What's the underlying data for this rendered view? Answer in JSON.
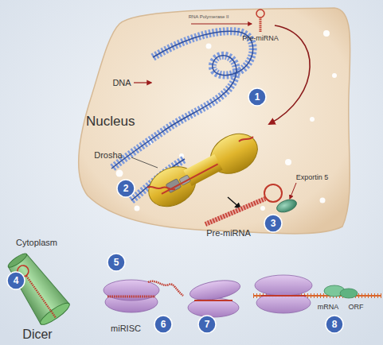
{
  "diagram": {
    "nodes": [
      {
        "text": [
          "Nucleus"
        ]
      }
    ],
    "labels": [
      "RNA Polymerase II",
      "Pre-miRNA",
      "DNA",
      "1",
      "Drosha",
      "2",
      "Pre-miRNA",
      "Exportin 5",
      "3",
      "Cytoplasm",
      "4",
      "5",
      "Dicer",
      "miRISC",
      "6",
      "7",
      "mRNA",
      "ORF",
      "8"
    ]
  }
}
